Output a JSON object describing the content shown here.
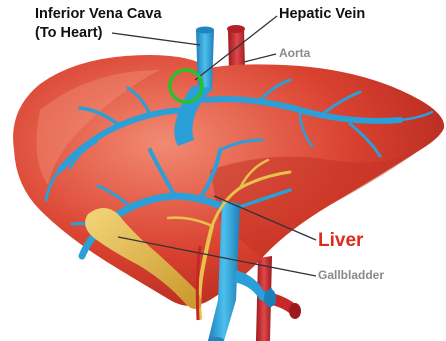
{
  "labels": {
    "ivc_line1": "Inferior Vena Cava",
    "ivc_line2": "(To Heart)",
    "hepatic_vein": "Hepatic Vein",
    "aorta": "Aorta",
    "liver": "Liver",
    "gallbladder": "Gallbladder"
  },
  "colors": {
    "liver": "#d93a2b",
    "liver_highlight": "#f07b63",
    "vein": "#2a9fd8",
    "artery": "#c8272a",
    "bile_duct": "#e8c24a",
    "gallbladder": "#e3b94a",
    "highlight_circle": "#27c22a",
    "liver_label": "#e02a1e",
    "secondary_label": "#8a8a8a"
  }
}
